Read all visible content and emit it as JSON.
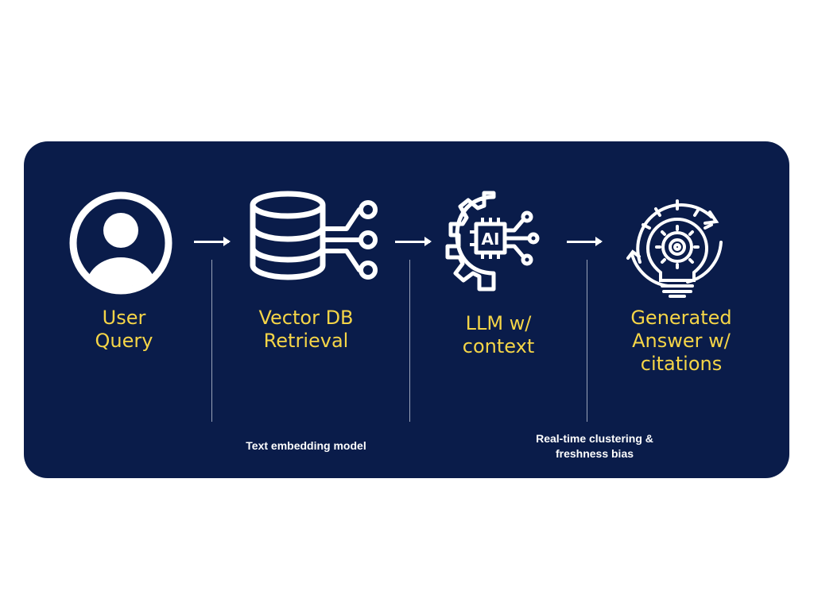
{
  "colors": {
    "panel": "#0a1c4a",
    "label": "#f5d547",
    "icon": "#ffffff"
  },
  "steps": [
    {
      "icon": "user-icon",
      "lines": [
        "User",
        "Query"
      ]
    },
    {
      "icon": "database-icon",
      "lines": [
        "Vector DB",
        "Retrieval"
      ]
    },
    {
      "icon": "ai-chip-gear-icon",
      "lines": [
        "LLM w/",
        "context"
      ]
    },
    {
      "icon": "lightbulb-gear-icon",
      "lines": [
        "Generated",
        "Answer w/",
        "citations"
      ]
    }
  ],
  "captions": [
    {
      "lines": [
        "Text embedding model"
      ]
    },
    {
      "lines": [
        "Real-time clustering &",
        "freshness bias"
      ]
    }
  ]
}
